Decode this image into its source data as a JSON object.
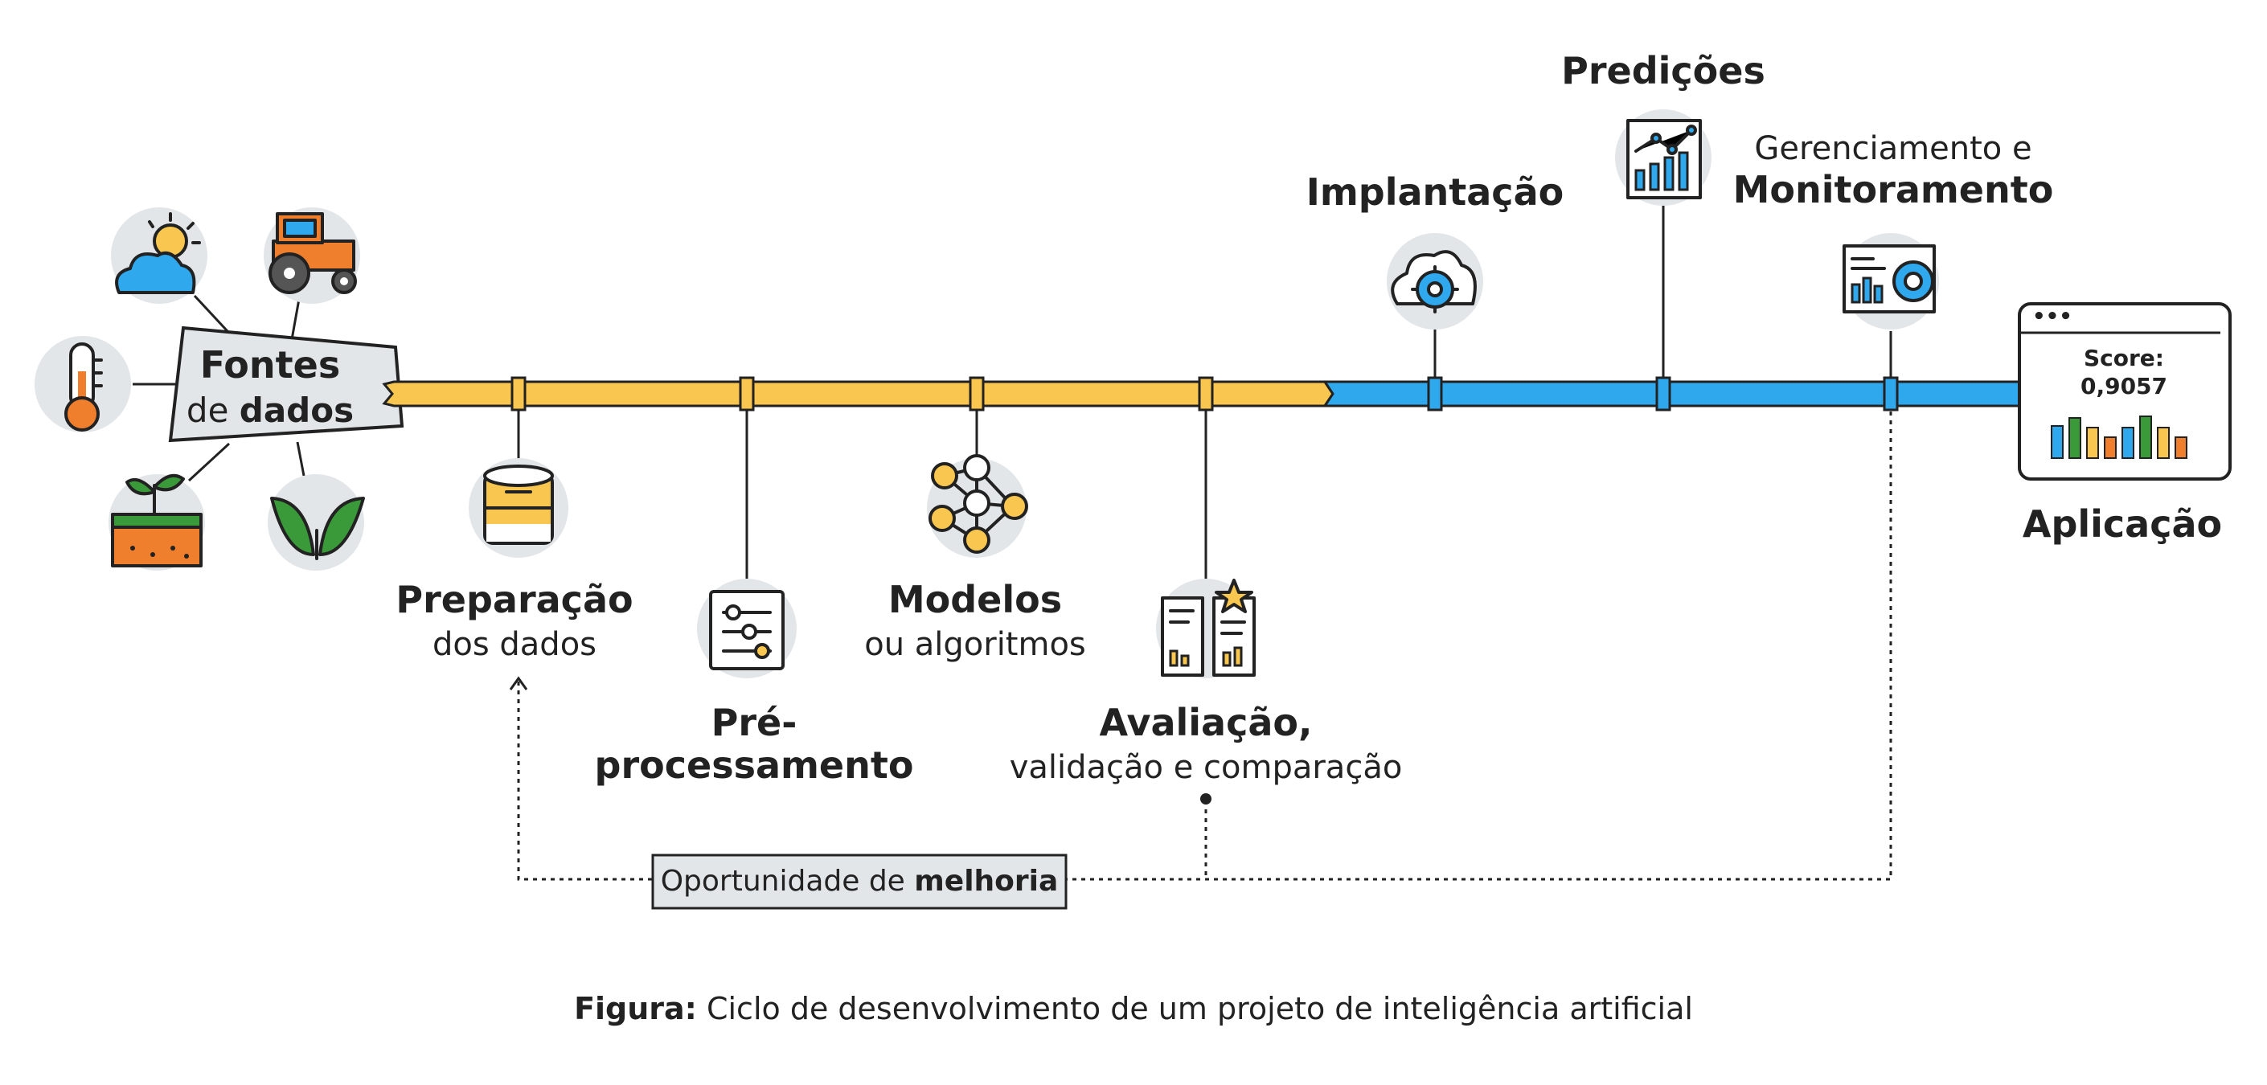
{
  "sources": {
    "title": "Fontes",
    "sub_pre": "de ",
    "sub_bold": "dados"
  },
  "stages": {
    "prep": {
      "title": "Preparação",
      "sub": "dos dados"
    },
    "preproc": {
      "line1": "Pré-",
      "line2": "processamento"
    },
    "models": {
      "title": "Modelos",
      "sub": "ou algoritmos"
    },
    "eval": {
      "title": "Avaliação,",
      "sub": "validação e comparação"
    },
    "deploy": {
      "title": "Implantação"
    },
    "predict": {
      "title": "Predições"
    },
    "monitor": {
      "sub": "Gerenciamento e",
      "title": "Monitoramento"
    },
    "app": {
      "title": "Aplicação"
    }
  },
  "app_card": {
    "score_label": "Score:",
    "score_value": "0,9057",
    "dots": "•••"
  },
  "improvement": {
    "pre": "Oportunidade de ",
    "bold": "melhoria"
  },
  "caption": {
    "bold": "Figura:",
    "text": " Ciclo de desenvolvimento de um projeto de inteligência artificial"
  },
  "colors": {
    "yellow": "#f9c74f",
    "blue": "#2fa8ee",
    "orange": "#f07f2d",
    "green": "#3a9a3a",
    "gray": "#e3e6e8"
  }
}
